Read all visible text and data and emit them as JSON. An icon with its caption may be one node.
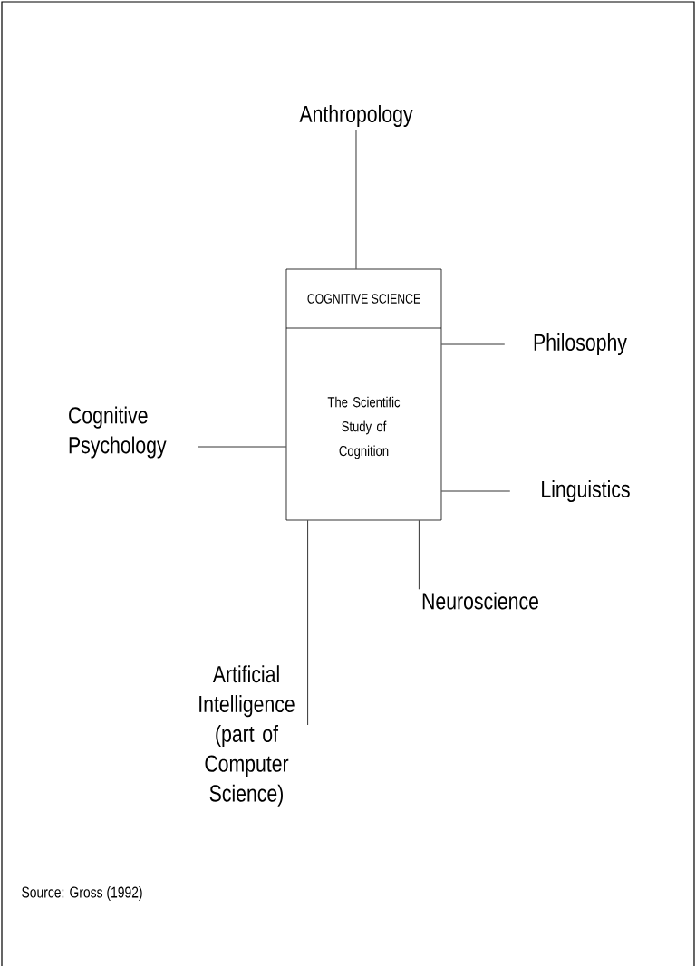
{
  "diagram": {
    "nodes": [
      {
        "text": [
          "Anthropology"
        ]
      },
      {
        "text": [
          "COGNITIVE SCIENCE",
          "The Scientific Study of Cognition"
        ]
      },
      {
        "text": [
          "Philosophy"
        ]
      },
      {
        "text": [
          "Cognitive Psychology"
        ]
      },
      {
        "text": [
          "Linguistics"
        ]
      },
      {
        "text": [
          "Neuroscience"
        ]
      },
      {
        "text": [
          "Artificial Intelligence (part of Computer Science)"
        ]
      }
    ],
    "edges": [
      {
        "from": 0,
        "to": 1,
        "arrow": "none"
      },
      {
        "from": 1,
        "to": 2,
        "arrow": "none"
      },
      {
        "from": 3,
        "to": 1,
        "arrow": "none"
      },
      {
        "from": 1,
        "to": 4,
        "arrow": "none"
      },
      {
        "from": 1,
        "to": 5,
        "arrow": "none"
      },
      {
        "from": 1,
        "to": 6,
        "arrow": "none"
      }
    ],
    "labels": [
      "Source: Gross (1992)"
    ]
  }
}
